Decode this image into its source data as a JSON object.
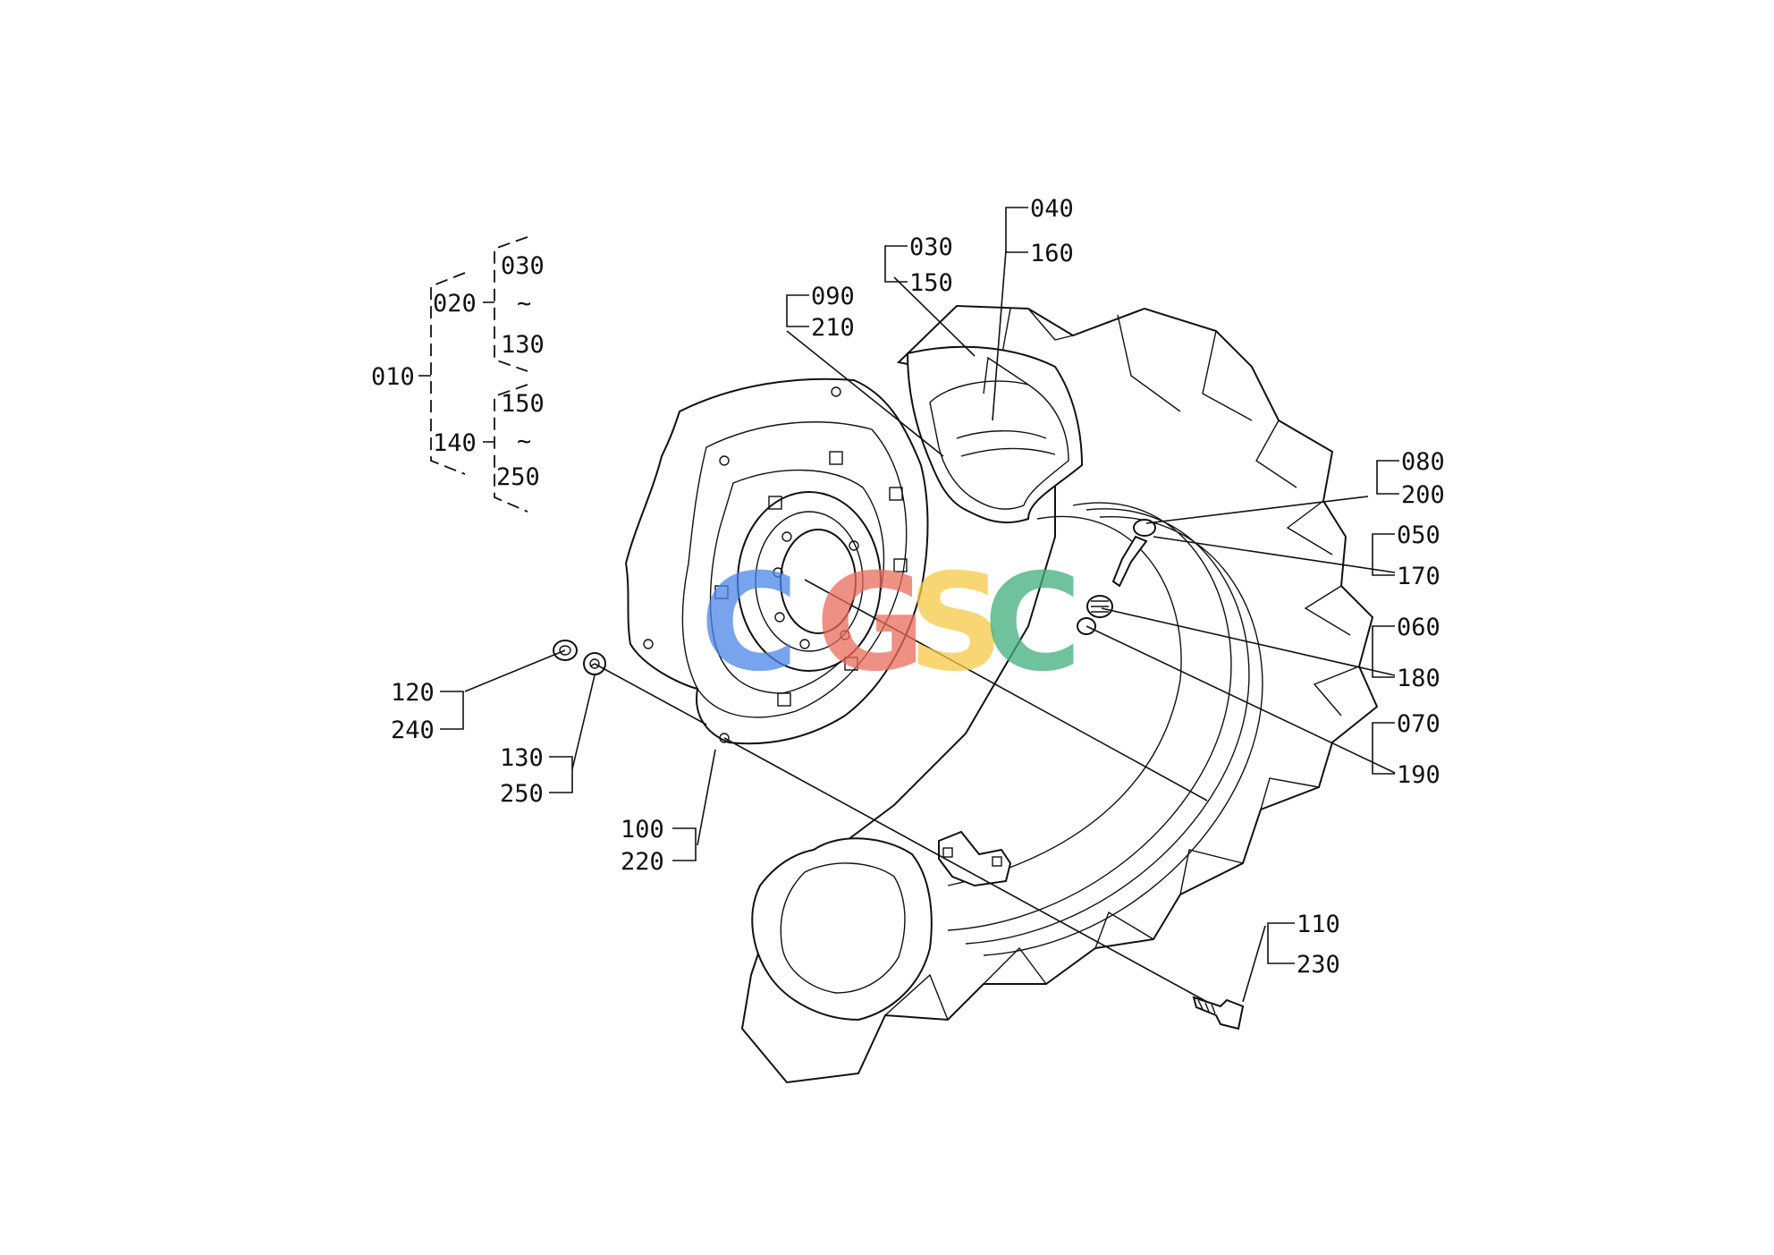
{
  "watermark": {
    "letters": [
      "C",
      "G",
      "S",
      "C"
    ],
    "colors": [
      "#4a86e8",
      "#ea6b5b",
      "#f6c945",
      "#3fae7a"
    ]
  },
  "tree": {
    "root": "010",
    "group_a": "020",
    "group_a_from": "030",
    "group_a_sep": "~",
    "group_a_to": "130",
    "group_b": "140",
    "group_b_from": "150",
    "group_b_sep": "~",
    "group_b_to": "250"
  },
  "callouts": {
    "c040": "040",
    "c160": "160",
    "c030": "030",
    "c150": "150",
    "c090": "090",
    "c210": "210",
    "c080": "080",
    "c200": "200",
    "c050": "050",
    "c170": "170",
    "c060": "060",
    "c180": "180",
    "c070": "070",
    "c190": "190",
    "c120": "120",
    "c240": "240",
    "c130": "130",
    "c250": "250",
    "c100": "100",
    "c220": "220",
    "c110": "110",
    "c230": "230"
  }
}
